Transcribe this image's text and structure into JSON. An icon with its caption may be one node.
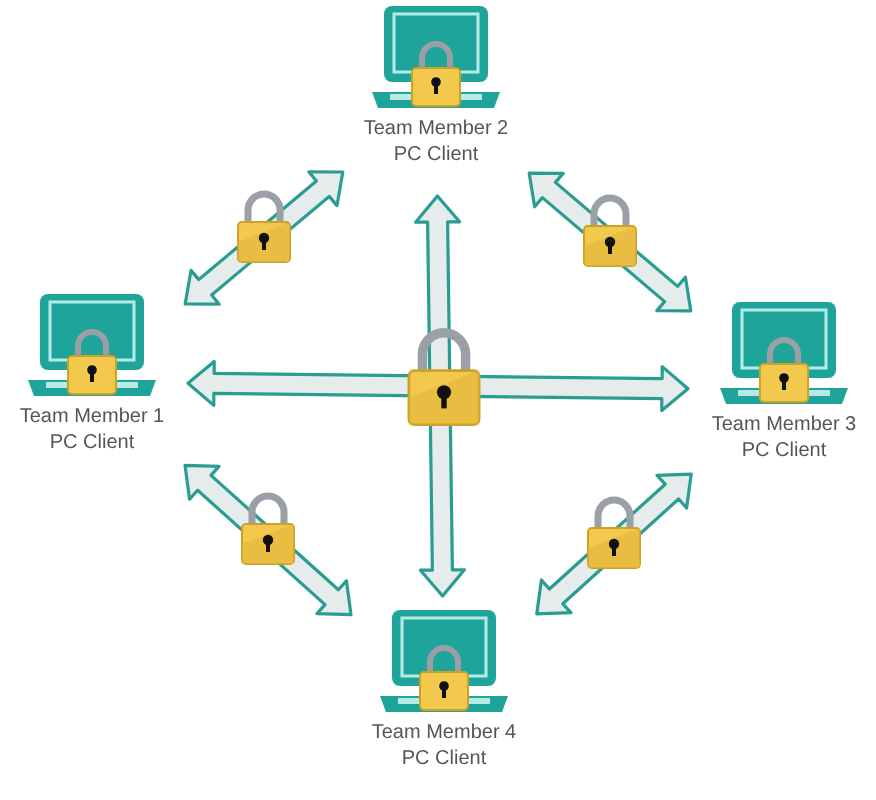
{
  "diagram": {
    "nodes": [
      {
        "text": [
          "Team Member 1 PC Client"
        ]
      },
      {
        "text": [
          "Team Member 2 PC Client"
        ]
      },
      {
        "text": [
          "Team Member 3 PC Client"
        ]
      },
      {
        "text": [
          "Team Member 4 PC Client"
        ]
      }
    ],
    "edges": [
      {
        "from": 0,
        "to": 1,
        "arrow": "both"
      },
      {
        "from": 1,
        "to": 2,
        "arrow": "both"
      },
      {
        "from": 0,
        "to": 2,
        "arrow": "both"
      },
      {
        "from": 1,
        "to": 3,
        "arrow": "both"
      },
      {
        "from": 0,
        "to": 3,
        "arrow": "both"
      },
      {
        "from": 2,
        "to": 3,
        "arrow": "both"
      }
    ]
  }
}
